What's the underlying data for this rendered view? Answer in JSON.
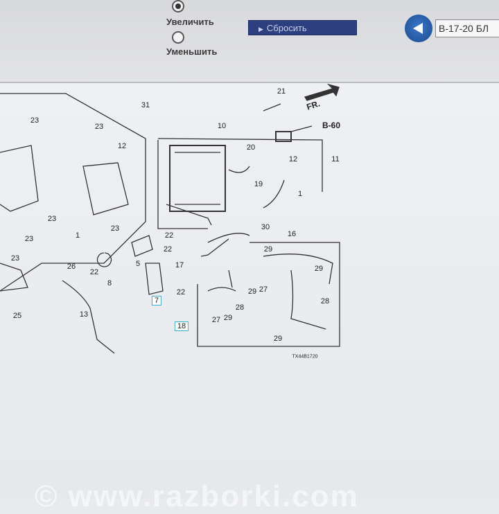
{
  "zoom": {
    "zoom_in_label": "Увеличить",
    "zoom_out_label": "Уменьшить",
    "selected": "zoom_in"
  },
  "toolbar": {
    "reset_label": "Сбросить",
    "code_value": "B-17-20 БЛ"
  },
  "diagram": {
    "callouts": [
      "23",
      "23",
      "12",
      "31",
      "21",
      "B-60",
      "10",
      "20",
      "12",
      "11",
      "19",
      "1",
      "23",
      "23",
      "23",
      "1",
      "23",
      "22",
      "22",
      "30",
      "16",
      "26",
      "22",
      "8",
      "5",
      "17",
      "22",
      "7",
      "29",
      "29",
      "29",
      "27",
      "28",
      "28",
      "27",
      "29",
      "18",
      "29",
      "13",
      "25",
      "FR."
    ],
    "code": "TX44B1720"
  },
  "watermark": "© www.razborki.com"
}
